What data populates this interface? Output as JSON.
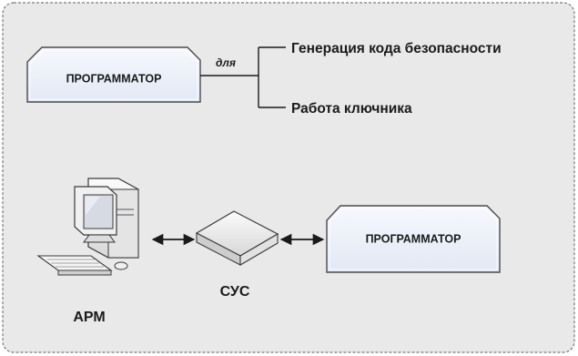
{
  "top": {
    "programmer_label": "ПРОГРАММАТОР",
    "connector_label": "для",
    "items": [
      "Генерация кода безопасности",
      "Работа ключника"
    ]
  },
  "bottom": {
    "workstation_label": "АРМ",
    "switch_label": "СУС",
    "programmer_label": "ПРОГРАММАТОР"
  },
  "colors": {
    "panel_bg": "#e9e9e9",
    "panel_border": "#7a7a7a",
    "box_fill": "#eef2fa",
    "box_stroke": "#4a4a4a",
    "device_fill": "#f2f2f2",
    "text": "#1a1a1a"
  },
  "icons": [
    "computer-icon",
    "network-switch-icon",
    "double-arrow-icon"
  ]
}
